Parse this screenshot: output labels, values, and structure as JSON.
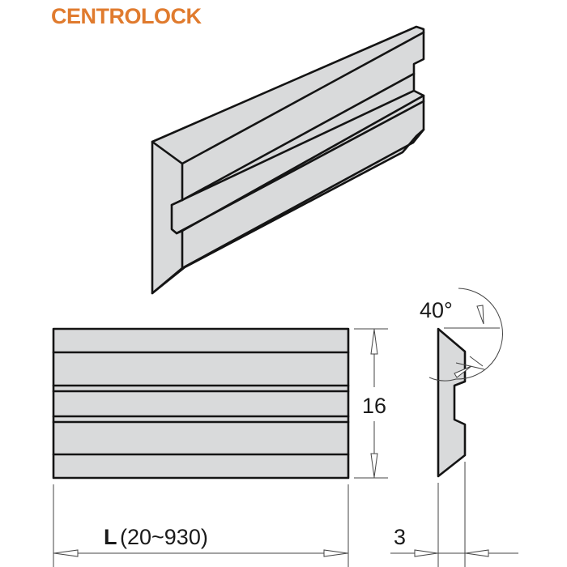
{
  "product": {
    "title": "CENTROLOCK",
    "title_color": "#E07B2E"
  },
  "views": {
    "isometric": {
      "label": "isometric-view",
      "fill_color": "#D9DADB",
      "outline_color": "#141414"
    },
    "front": {
      "label": "front-view",
      "height_dimension": "16"
    },
    "profile": {
      "label": "profile-view",
      "angle_dimension": "40°",
      "thickness_dimension": "3"
    }
  },
  "dimensions": {
    "length_symbol": "L",
    "length_range": "(20~930)",
    "height": "16",
    "thickness": "3",
    "bevel_angle": "40°"
  },
  "colors": {
    "brand_orange": "#E07B2E",
    "part_gray": "#D9DADB",
    "outline": "#141414",
    "dimension_line": "#444444"
  }
}
